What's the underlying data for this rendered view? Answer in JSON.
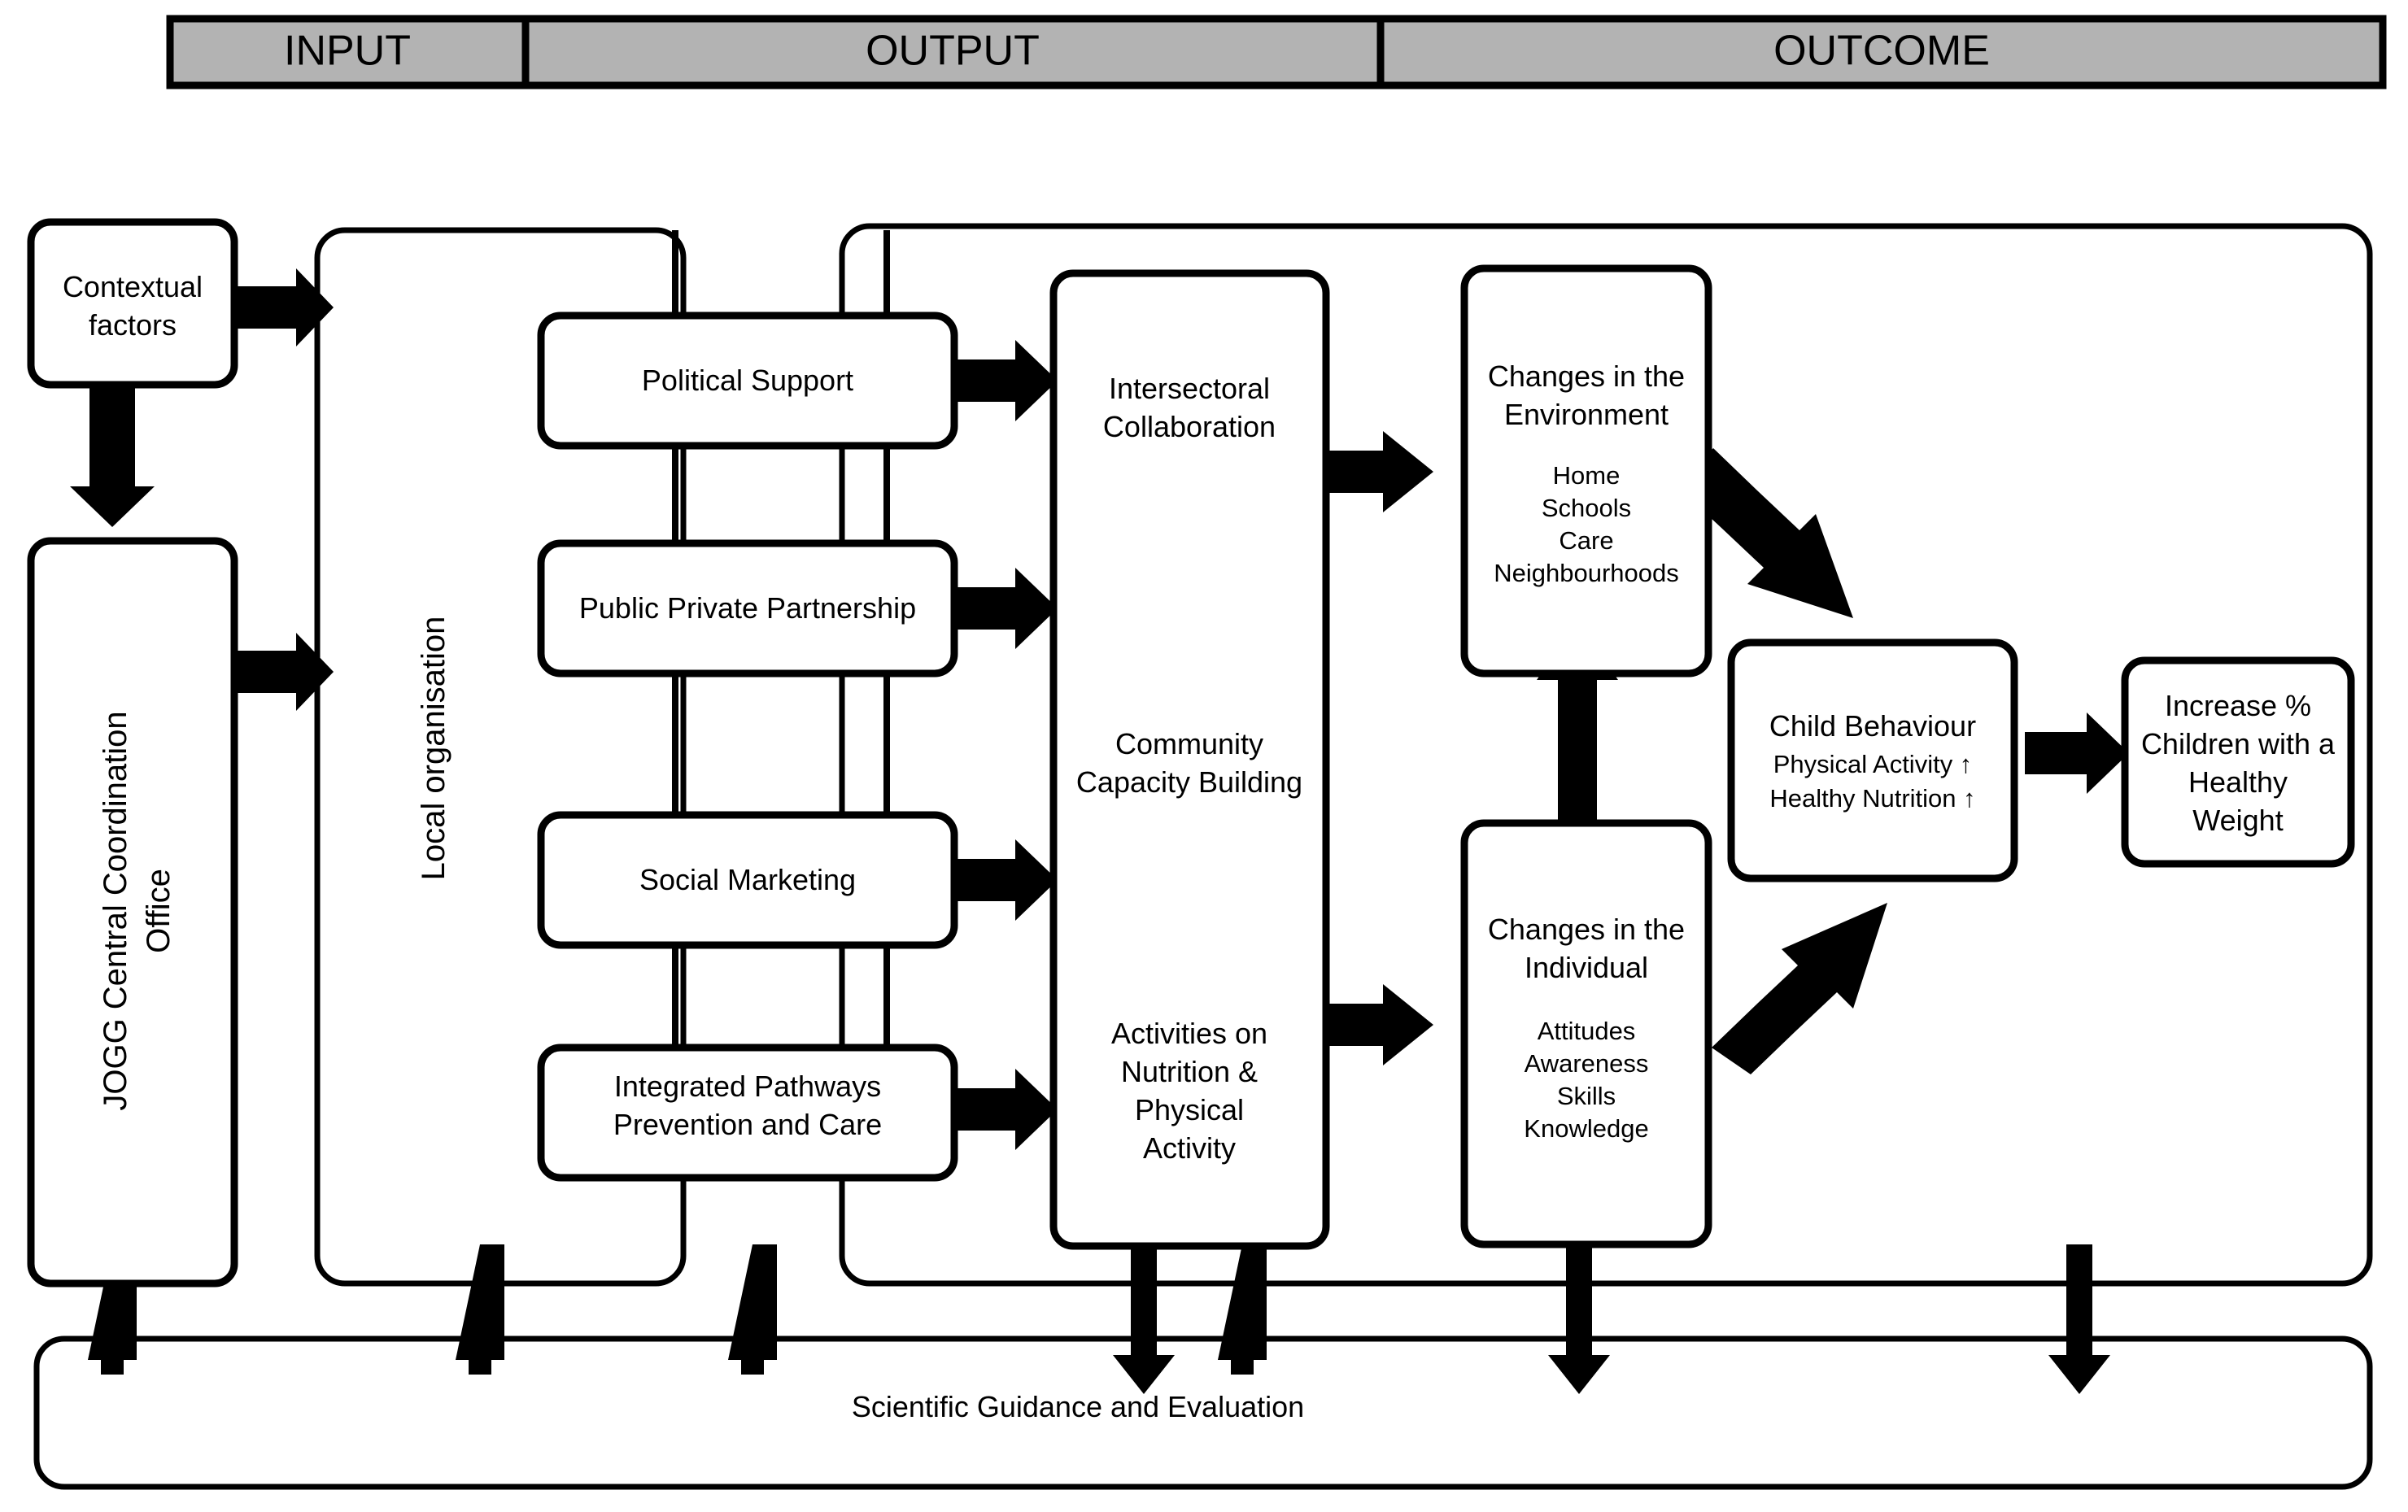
{
  "header": {
    "columns": [
      {
        "label": "INPUT"
      },
      {
        "label": "OUTPUT"
      },
      {
        "label": "OUTCOME"
      }
    ]
  },
  "nodes": {
    "contextual_factors": {
      "line1": "Contextual",
      "line2": "factors"
    },
    "jogg_office": {
      "line1": "JOGG Central Coordination",
      "line2": "Office"
    },
    "local_organisation": {
      "label": "Local organisation"
    },
    "political_support": {
      "label": "Political Support"
    },
    "public_private_partnership": {
      "label": "Public Private Partnership"
    },
    "social_marketing": {
      "label": "Social Marketing"
    },
    "integrated_pathways": {
      "line1": "Integrated Pathways",
      "line2": "Prevention and Care"
    },
    "output_stack": {
      "item1": {
        "line1": "Intersectoral",
        "line2": "Collaboration"
      },
      "item2": {
        "line1": "Community",
        "line2": "Capacity Building"
      },
      "item3": {
        "line1": "Activities on",
        "line2": "Nutrition &",
        "line3": "Physical",
        "line4": "Activity"
      }
    },
    "changes_environment": {
      "title1": "Changes in the",
      "title2": "Environment",
      "items": [
        "Home",
        "Schools",
        "Care",
        "Neighbourhoods"
      ]
    },
    "changes_individual": {
      "title1": "Changes in the",
      "title2": "Individual",
      "items": [
        "Attitudes",
        "Awareness",
        "Skills",
        "Knowledge"
      ]
    },
    "child_behaviour": {
      "title": "Child Behaviour",
      "items": [
        "Physical Activity ↑",
        "Healthy Nutrition ↑"
      ]
    },
    "healthy_weight": {
      "line1": "Increase %",
      "line2": "Children with a",
      "line3": "Healthy",
      "line4": "Weight"
    },
    "scientific_guidance": {
      "label": "Scientific Guidance and Evaluation"
    }
  },
  "colors": {
    "header_fill": "#b3b3b3",
    "stroke": "#000000",
    "background": "#ffffff"
  }
}
